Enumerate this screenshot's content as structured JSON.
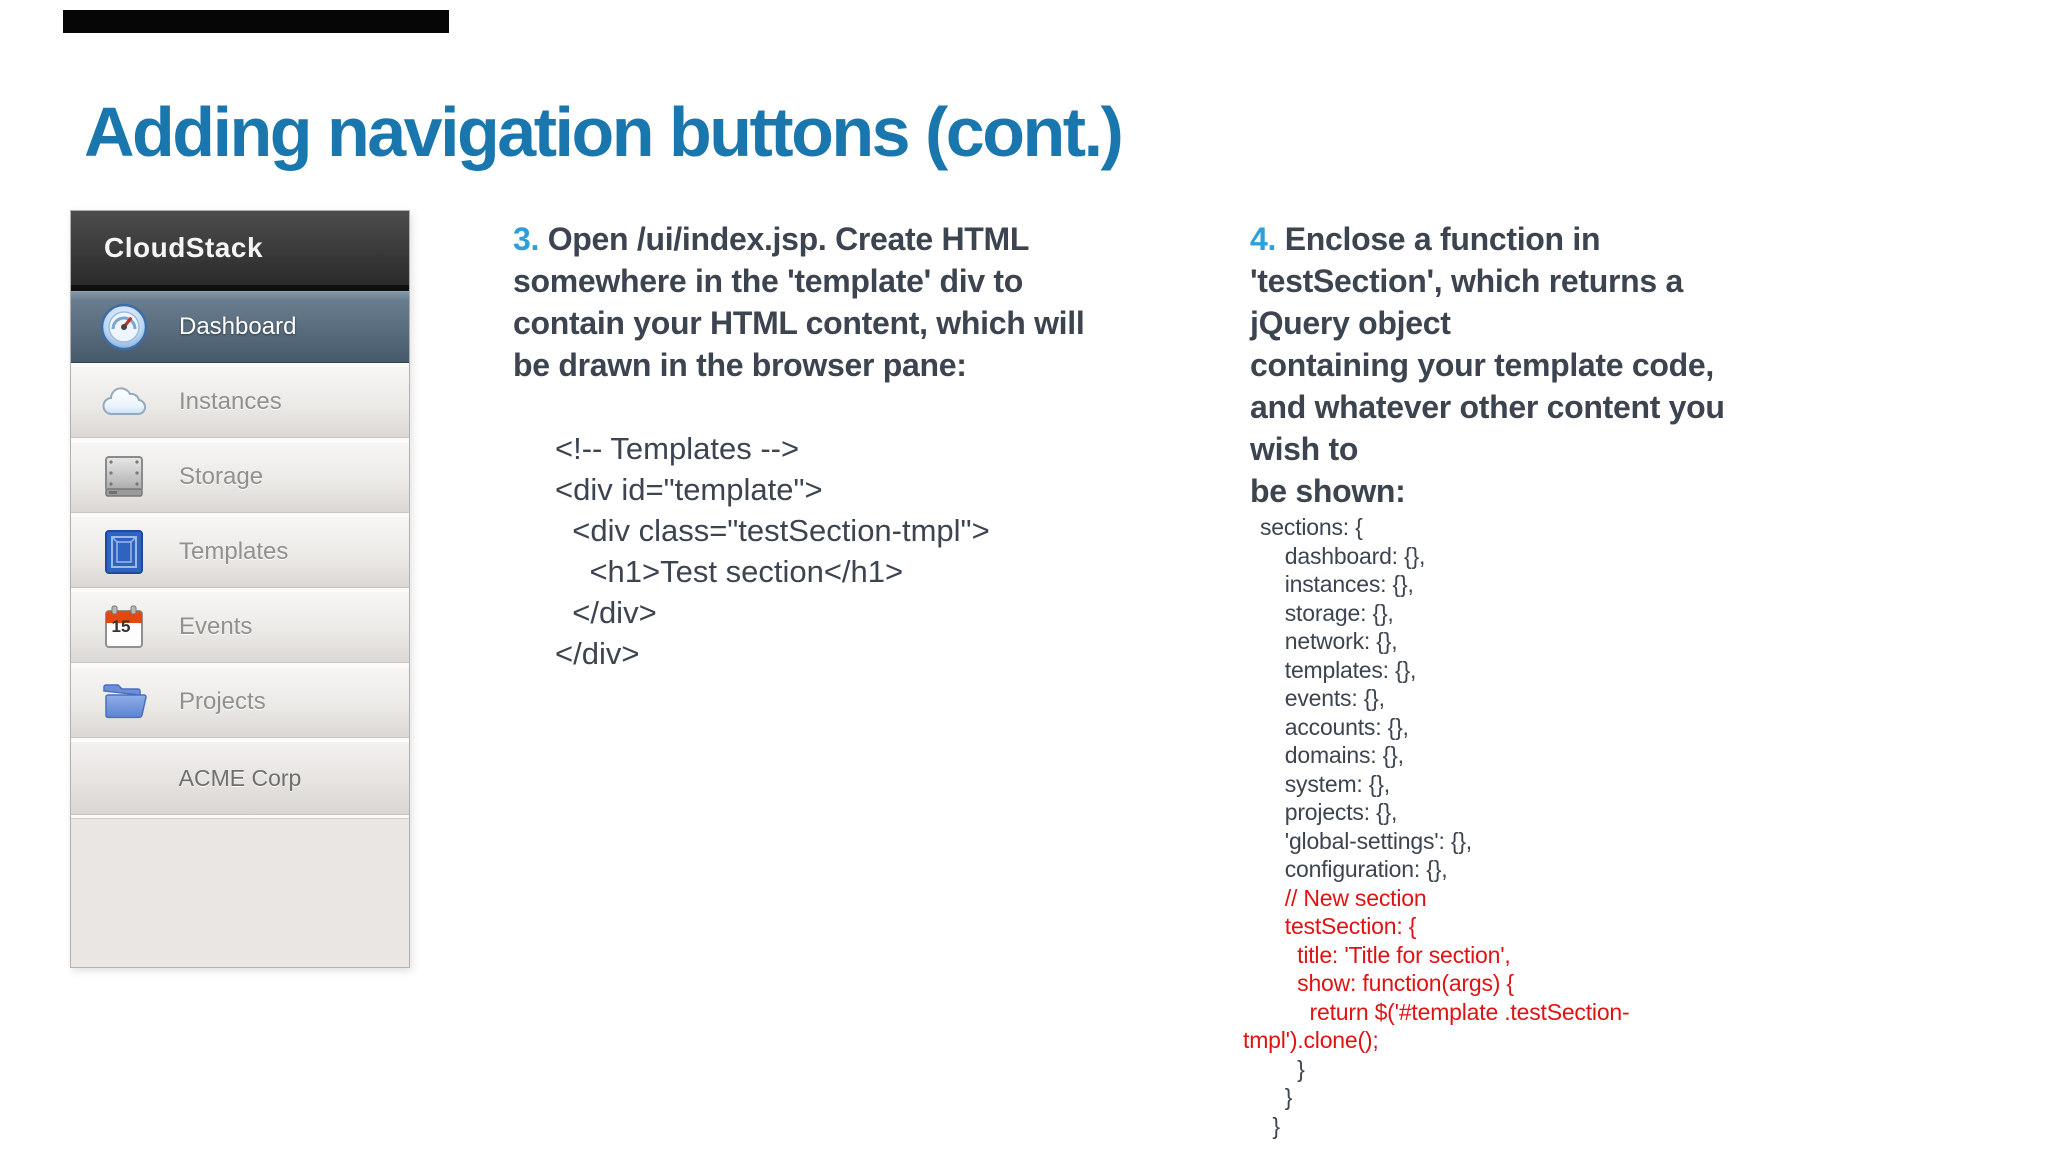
{
  "page": {
    "title": "Adding navigation buttons (cont.)"
  },
  "colors": {
    "title_blue": "#1a77ae",
    "step_number_blue": "#2e9fd9",
    "body_dark": "#3c4450",
    "code_red": "#e01313",
    "sidebar_selected_top": "#8496a4",
    "sidebar_selected_bottom": "#475a6b"
  },
  "sidebar": {
    "brand": "CloudStack",
    "items": [
      {
        "label": "Dashboard",
        "icon": "gauge-icon",
        "selected": true
      },
      {
        "label": "Instances",
        "icon": "cloud-icon",
        "selected": false
      },
      {
        "label": "Storage",
        "icon": "disk-icon",
        "selected": false
      },
      {
        "label": "Templates",
        "icon": "template-icon",
        "selected": false
      },
      {
        "label": "Events",
        "icon": "calendar-icon",
        "badge": "15",
        "selected": false
      },
      {
        "label": "Projects",
        "icon": "folder-icon",
        "selected": false
      }
    ],
    "account": "ACME Corp"
  },
  "steps": [
    {
      "number": "3.",
      "heading": "Open /ui/index.jsp. Create HTML\nsomewhere in the 'template' div to\ncontain your HTML content, which will\nbe drawn in the browser pane:",
      "code_text": "<!-- Templates -->\n<div id=\"template\">\n  <div class=\"testSection-tmpl\">\n    <h1>Test section</h1>\n  </div>\n</div>"
    },
    {
      "number": "4.",
      "heading": "Enclose a function in\n'testSection', which returns a\njQuery object\ncontaining your template code,\nand whatever other content you\nwish to\nbe shown:",
      "code_lines": [
        {
          "t": "sections: {",
          "c": "d"
        },
        {
          "t": "    dashboard: {},",
          "c": "d"
        },
        {
          "t": "    instances: {},",
          "c": "d"
        },
        {
          "t": "    storage: {},",
          "c": "d"
        },
        {
          "t": "    network: {},",
          "c": "d"
        },
        {
          "t": "    templates: {},",
          "c": "d"
        },
        {
          "t": "    events: {},",
          "c": "d"
        },
        {
          "t": "    accounts: {},",
          "c": "d"
        },
        {
          "t": "    domains: {},",
          "c": "d"
        },
        {
          "t": "    system: {},",
          "c": "d"
        },
        {
          "t": "    projects: {},",
          "c": "d"
        },
        {
          "t": "    'global-settings': {},",
          "c": "d"
        },
        {
          "t": "    configuration: {},",
          "c": "d"
        },
        {
          "t": "    // New section",
          "c": "r"
        },
        {
          "t": "    testSection: {",
          "c": "r"
        },
        {
          "t": "      title: 'Title for section',",
          "c": "r"
        },
        {
          "t": "      show: function(args) {",
          "c": "r"
        },
        {
          "t": "        return $('#template .testSection-",
          "c": "r"
        },
        {
          "t": "tmpl').clone();",
          "c": "r",
          "out": true
        },
        {
          "t": "      }",
          "c": "d"
        },
        {
          "t": "    }",
          "c": "d"
        },
        {
          "t": "  }",
          "c": "d"
        }
      ]
    }
  ]
}
